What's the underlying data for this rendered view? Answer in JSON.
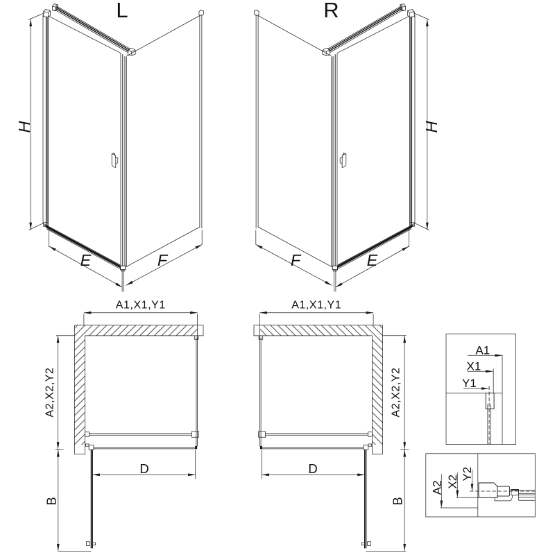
{
  "diagram": {
    "kind": "shower-enclosure-technical-dimension-drawing",
    "background_color": "#ffffff",
    "line_color": "#1a1a1a",
    "variants": {
      "left": {
        "code": "L"
      },
      "right": {
        "code": "R"
      }
    },
    "labels": {
      "left_variant": "L",
      "right_variant": "R",
      "height_dim": "H",
      "front_width_dim": "E",
      "side_width_dim": "F",
      "wall_top_dims": "A1,X1,Y1",
      "wall_side_dims": "A2,X2,Y2",
      "door_opening_dim": "D",
      "door_swing_dim": "B"
    },
    "detail_top": {
      "a1": "A1",
      "x1": "X1",
      "y1": "Y1"
    },
    "detail_bottom": {
      "a2": "A2",
      "x2": "X2",
      "y2": "Y2"
    }
  }
}
